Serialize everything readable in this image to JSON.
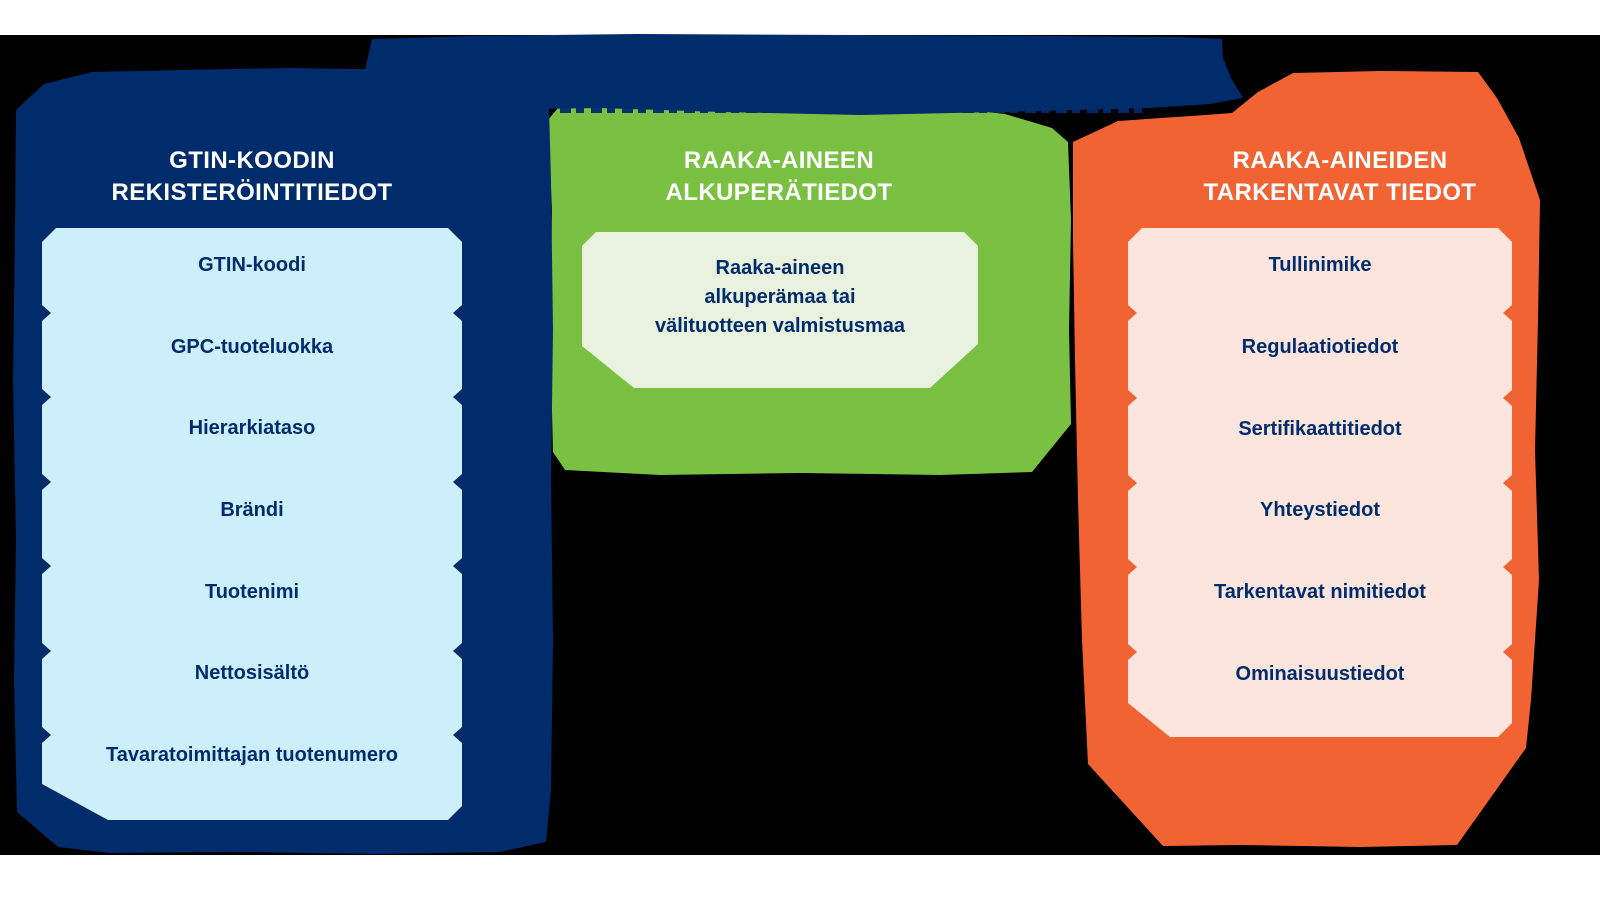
{
  "colors": {
    "navy": "#002c6c",
    "green": "#7ac143",
    "orange": "#f26334",
    "light_blue": "#cdeefb",
    "light_green": "#e9f2de",
    "light_pink": "#fbe5dc",
    "canvas_background": "#000000",
    "page_background": "#ffffff",
    "title_text": "#ffffff",
    "item_text": "#002c6c"
  },
  "panels": [
    {
      "id": "gtin-registration",
      "title_lines": [
        "GTIN-KOODIN",
        "REKISTERÖINTITIEDOT"
      ],
      "items": [
        "GTIN-koodi",
        "GPC-tuoteluokka",
        "Hierarkiataso",
        "Brändi",
        "Tuotenimi",
        "Nettosisältö",
        "Tavaratoimittajan tuotenumero"
      ]
    },
    {
      "id": "raw-material-origin",
      "title_lines": [
        "RAAKA-AINEEN",
        "ALKUPERÄTIEDOT"
      ],
      "box_lines": [
        "Raaka-aineen",
        "alkuperämaa tai",
        "välituotteen valmistusmaa"
      ]
    },
    {
      "id": "raw-material-details",
      "title_lines": [
        "RAAKA-AINEIDEN",
        "TARKENTAVAT TIEDOT"
      ],
      "items": [
        "Tullinimike",
        "Regulaatiotiedot",
        "Sertifikaattitiedot",
        "Yhteystiedot",
        "Tarkentavat nimitiedot",
        "Ominaisuustiedot"
      ]
    }
  ]
}
